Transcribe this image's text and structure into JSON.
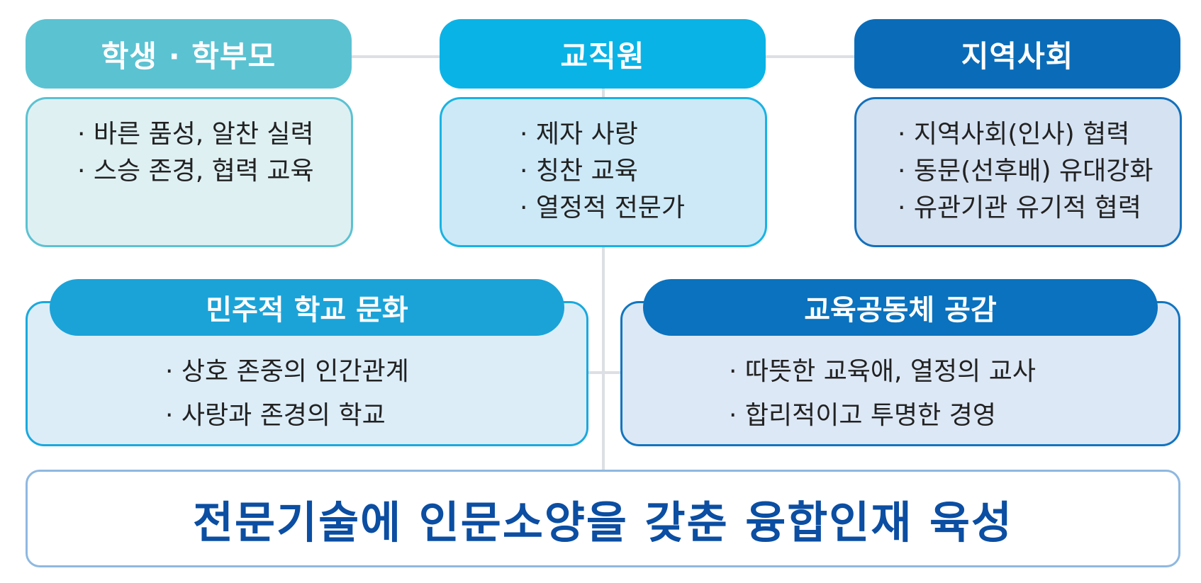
{
  "colors": {
    "students_header": "#5bc2d2",
    "staff_header": "#0ab3e6",
    "community_header": "#0a6cb8",
    "democratic_header": "#1ba3d8",
    "empathy_header": "#0a72be",
    "goal_text": "#0b4ea2"
  },
  "students": {
    "title": "학생 · 학부모",
    "items": [
      "· 바른 품성, 알찬 실력",
      "· 스승 존경, 협력 교육"
    ]
  },
  "staff": {
    "title": "교직원",
    "items": [
      "· 제자 사랑",
      "· 칭찬 교육",
      "· 열정적 전문가"
    ]
  },
  "community": {
    "title": "지역사회",
    "items": [
      "· 지역사회(인사) 협력",
      "· 동문(선후배) 유대강화",
      "· 유관기관 유기적 협력"
    ]
  },
  "democratic": {
    "title": "민주적 학교 문화",
    "items": [
      "· 상호 존중의 인간관계",
      "· 사랑과 존경의 학교"
    ]
  },
  "empathy": {
    "title": "교육공동체 공감",
    "items": [
      "· 따뜻한 교육애, 열정의 교사",
      "· 합리적이고 투명한 경영"
    ]
  },
  "goal": {
    "text": "전문기술에 인문소양을 갖춘 융합인재 육성"
  }
}
